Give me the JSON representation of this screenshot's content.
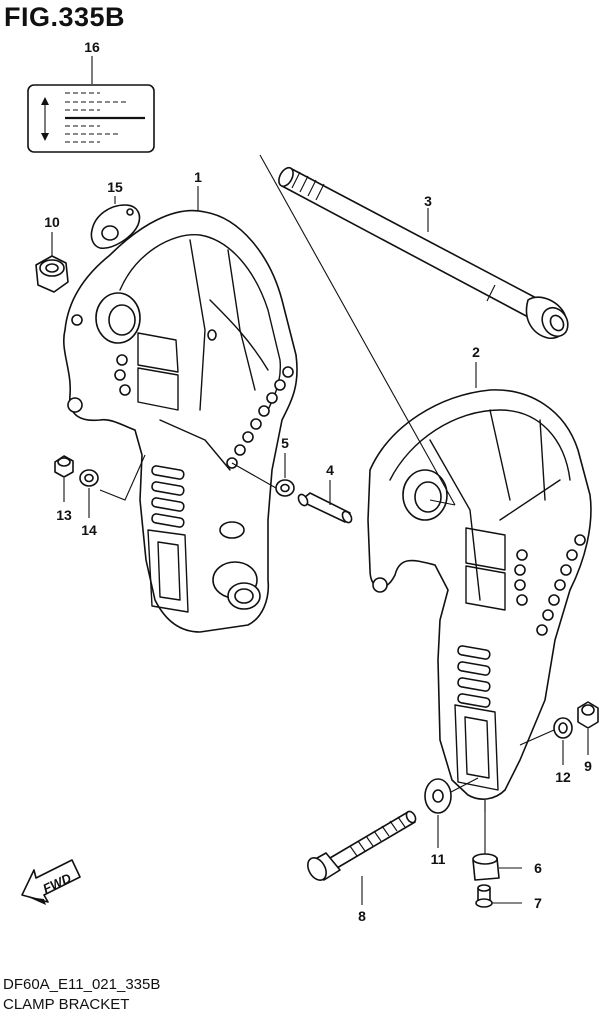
{
  "figure": {
    "title": "FIG.335B",
    "code": "DF60A_E11_021_335B",
    "name": "CLAMP BRACKET"
  },
  "callouts": [
    "16",
    "1",
    "15",
    "10",
    "3",
    "2",
    "5",
    "4",
    "13",
    "14",
    "12",
    "9",
    "11",
    "6",
    "8",
    "7"
  ],
  "fwd_label": "FWD"
}
